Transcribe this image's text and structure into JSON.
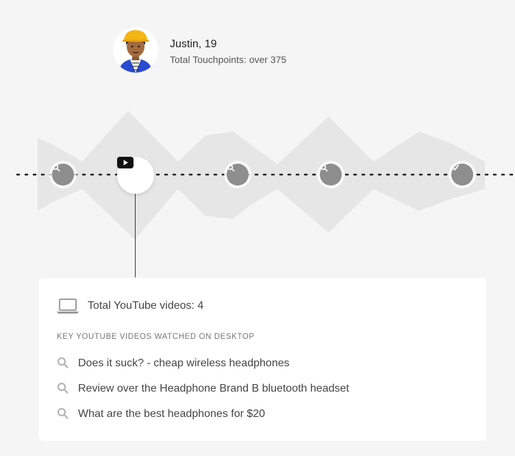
{
  "profile": {
    "name": "Justin, 19",
    "subtitle": "Total Touchpoints: over 375",
    "avatar_icon": "person-avatar-yellow-cap"
  },
  "journey": {
    "nodes": [
      {
        "type": "search",
        "icon": "search-icon",
        "selected": false
      },
      {
        "type": "youtube",
        "icon": "youtube-play-icon",
        "selected": true
      },
      {
        "type": "search",
        "icon": "search-icon",
        "selected": false
      },
      {
        "type": "search",
        "icon": "search-icon",
        "selected": false
      },
      {
        "type": "purchase",
        "icon": "check-icon",
        "selected": false
      }
    ]
  },
  "card": {
    "device_icon": "laptop-icon",
    "title": "Total YouTube videos: 4",
    "subheading": "KEY YOUTUBE VIDEOS WATCHED ON DESKTOP",
    "videos": [
      {
        "icon": "search-icon",
        "label": "Does it suck? - cheap wireless headphones"
      },
      {
        "icon": "search-icon",
        "label": "Review over the Headphone Brand B bluetooth headset"
      },
      {
        "icon": "search-icon",
        "label": "What are the best headphones for $20"
      }
    ]
  },
  "colors": {
    "background": "#f5f5f5",
    "waveform": "#e6e6e6",
    "node_gray": "#8e8e8e",
    "card": "#ffffff",
    "text": "#444444"
  }
}
